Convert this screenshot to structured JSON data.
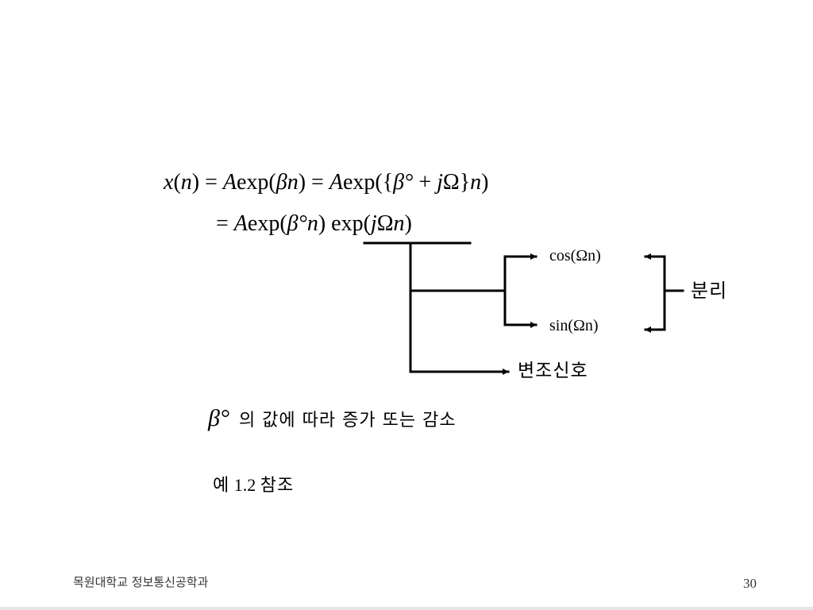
{
  "equation": {
    "line1": {
      "x": "x",
      "p1": "(",
      "n1": "n",
      "p2": ") = ",
      "A1": "A",
      "exp1": "exp(",
      "beta1": "β",
      "n2": "n",
      "p3": ") = ",
      "A2": "A",
      "exp2": "exp({",
      "beta2": "β°",
      "plus": " + ",
      "j1": "j",
      "omega1": "Ω",
      "close": "}",
      "n3": "n",
      "p4": ")"
    },
    "line2": {
      "eq": "= ",
      "A": "A",
      "exp1": "exp(",
      "beta": "β°",
      "n1": "n",
      "p1": ")",
      "exp2": " exp(",
      "j": "j",
      "omega": "Ω",
      "n2": "n",
      "p2": ")"
    }
  },
  "diagram": {
    "cos": "cos(Ωn)",
    "sin": "sin(Ωn)",
    "separate": "분리",
    "modulation": "변조신호"
  },
  "note": {
    "beta": "β°",
    "text": "의 값에 따라 증가 또는 감소"
  },
  "example": {
    "prefix": "예",
    "number": "1.2",
    "suffix": "참조"
  },
  "footer": {
    "org": "목원대학교 정보통신공학과",
    "page": "30"
  }
}
